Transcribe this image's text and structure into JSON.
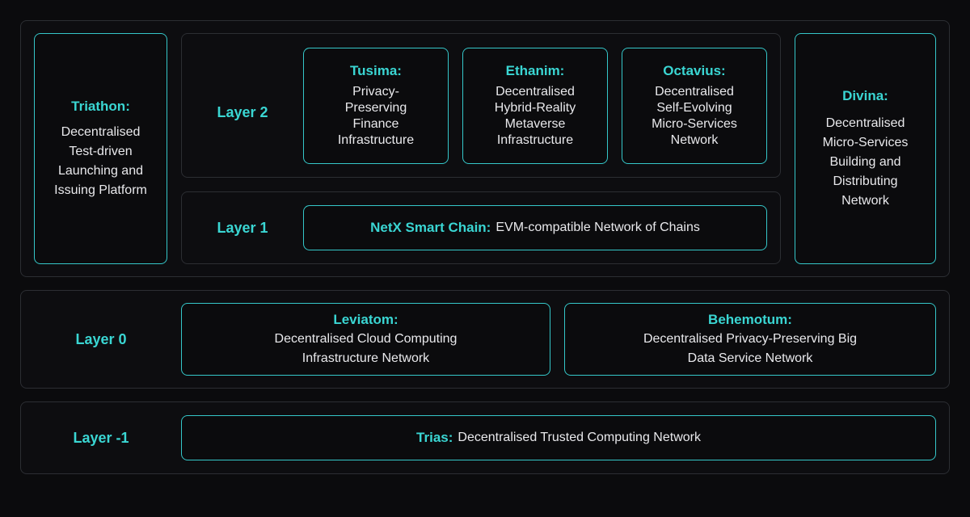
{
  "layers": {
    "layer2": "Layer 2",
    "layer1": "Layer 1",
    "layer0": "Layer 0",
    "layer_minus1": "Layer -1"
  },
  "triathon": {
    "title": "Triathon:",
    "lines": [
      "Decentralised",
      "Test-driven",
      "Launching and",
      "Issuing Platform"
    ]
  },
  "divina": {
    "title": "Divina:",
    "lines": [
      "Decentralised",
      "Micro-Services",
      "Building and",
      "Distributing",
      "Network"
    ]
  },
  "tusima": {
    "title": "Tusima:",
    "lines": [
      "Privacy-",
      "Preserving",
      "Finance",
      "Infrastructure"
    ]
  },
  "ethanim": {
    "title": "Ethanim:",
    "lines": [
      "Decentralised",
      "Hybrid-Reality",
      "Metaverse",
      "Infrastructure"
    ]
  },
  "octavius": {
    "title": "Octavius:",
    "lines": [
      "Decentralised",
      "Self-Evolving",
      "Micro-Services",
      "Network"
    ]
  },
  "netx": {
    "title": "NetX Smart Chain:",
    "desc": "EVM-compatible Network of Chains"
  },
  "leviatom": {
    "title": "Leviatom:",
    "lines": [
      "Decentralised Cloud Computing",
      "Infrastructure Network"
    ]
  },
  "behemotum": {
    "title": "Behemotum:",
    "lines": [
      "Decentralised Privacy-Preserving Big",
      "Data Service Network"
    ]
  },
  "trias": {
    "title": "Trias:",
    "desc": "Decentralised Trusted Computing Network"
  },
  "colors": {
    "accent": "#3ad6d3",
    "card_border": "#35c7c9",
    "panel_border": "#2c2e33",
    "background": "#0b0b0d",
    "text": "#e9e9ec"
  }
}
